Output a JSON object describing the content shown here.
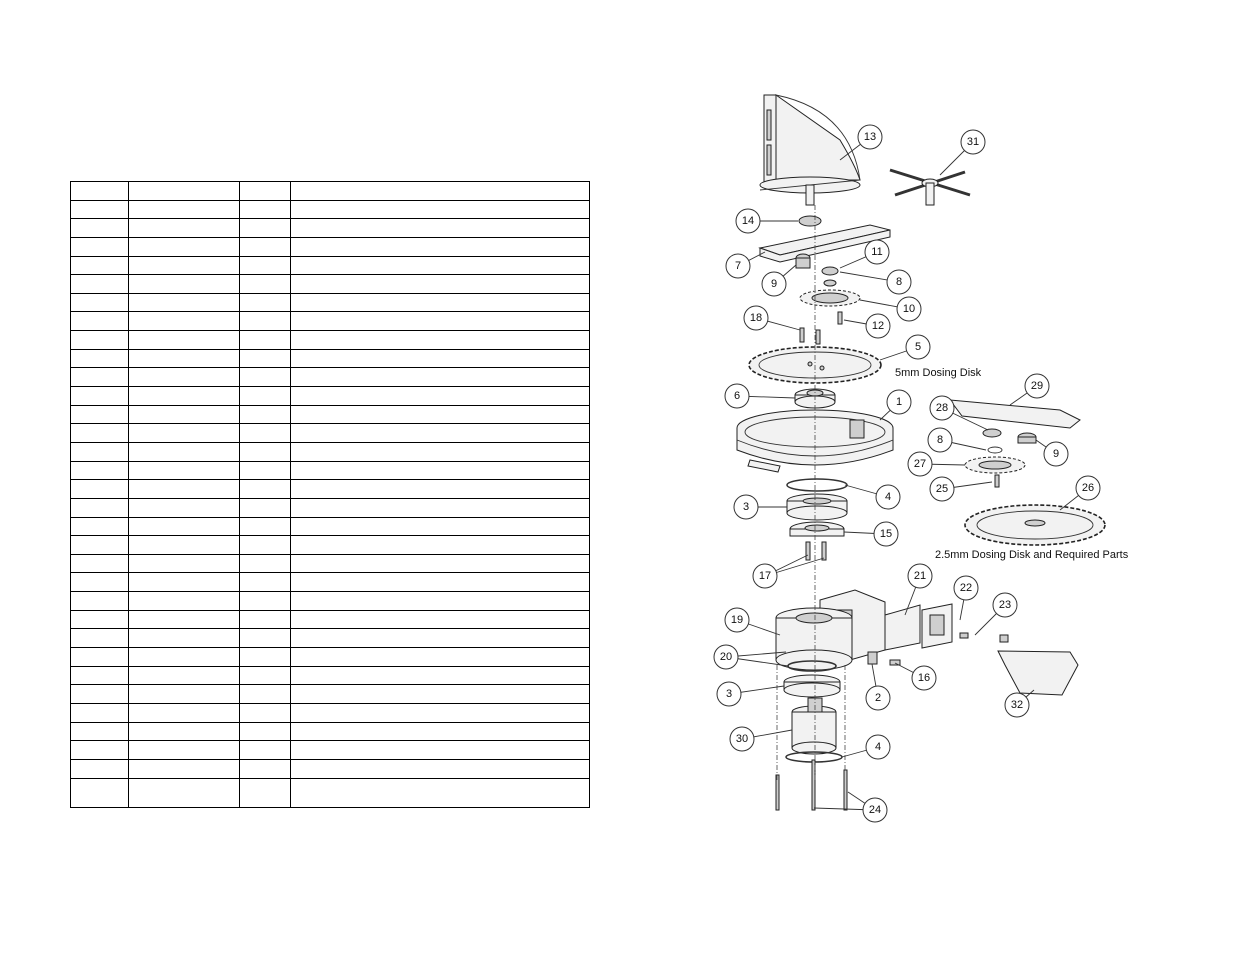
{
  "table": {
    "rows": 33,
    "columns": 4
  },
  "callouts": [
    "13",
    "31",
    "14",
    "7",
    "11",
    "9",
    "8",
    "10",
    "18",
    "12",
    "5",
    "6",
    "1",
    "29",
    "28",
    "8",
    "9",
    "27",
    "4",
    "25",
    "26",
    "3",
    "15",
    "17",
    "21",
    "22",
    "19",
    "23",
    "20",
    "16",
    "3",
    "2",
    "32",
    "30",
    "4",
    "24"
  ],
  "captions": {
    "dosing_5mm": "5mm Dosing Disk",
    "dosing_2_5mm": "2.5mm Dosing Disk and Required Parts"
  }
}
